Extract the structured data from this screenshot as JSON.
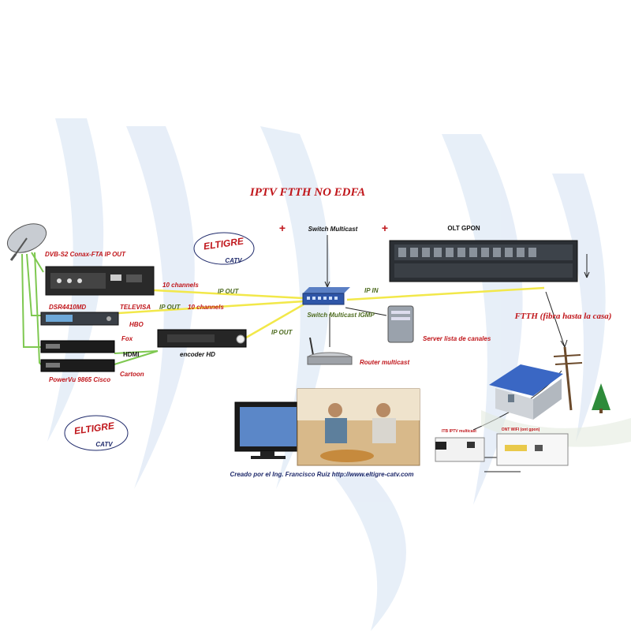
{
  "title": "IPTV FTTH NO EDFA",
  "plus_sign": "+",
  "devices": {
    "dvbs2": "DVB-S2 Conax-FTA IP OUT",
    "dsr": "DSR4410MD",
    "powervu": "PowerVu 9865 Cisco",
    "encoder": "encoder HD",
    "switch_title": "Switch Multicast",
    "switch_sub": "Switch Multicast IGMP",
    "router": "Router multicast",
    "server": "Server lista de canales",
    "olt": "OLT GPON",
    "ftth": "FTTH (fibra hasta la casa)",
    "stb": "ITB IPTV multicast",
    "ont": "ONT WIFI (ont gpon)"
  },
  "labels": {
    "ten_channels_1": "10 channels",
    "ip_out_1": "IP OUT",
    "televisa": "TELEVISA",
    "ip_out_2": "IP OUT",
    "ten_channels_2": "10 channels",
    "hbo": "HBO",
    "fox": "Fox",
    "hdmi": "HDMI",
    "cartoon": "Cartoon",
    "ip_out_3": "IP OUT",
    "ip_in": "IP IN"
  },
  "logo": {
    "word": "ELTIGRE",
    "sub": "CATV"
  },
  "credit": "Creado por el Ing. Francisco Ruiz  http://www.eltigre-catv.com",
  "colors": {
    "title_red": "#c0161b",
    "link_yellow": "#f2e84a",
    "link_green": "#7ec850",
    "swirl_blue": "#dfe9f6"
  }
}
